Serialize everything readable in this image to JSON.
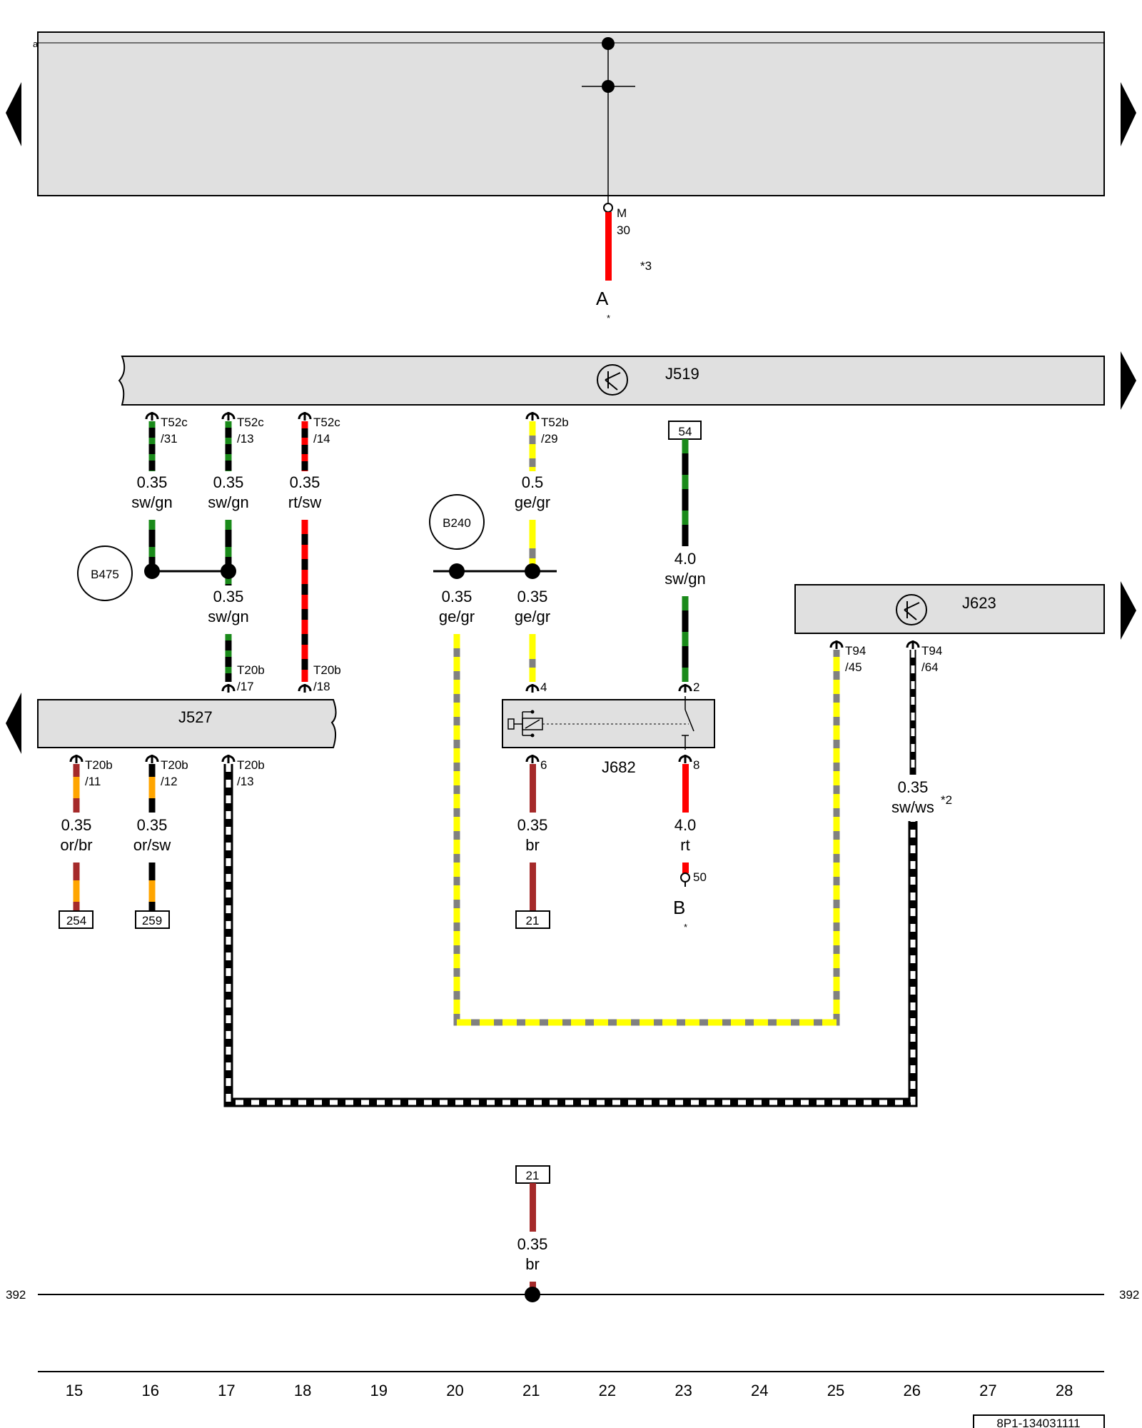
{
  "diagram": {
    "reference": "8P1-134031111",
    "top_left_marker": "a",
    "ground_row_left": "392",
    "ground_row_right": "392",
    "bottom_scale": [
      "15",
      "16",
      "17",
      "18",
      "19",
      "20",
      "21",
      "22",
      "23",
      "24",
      "25",
      "26",
      "27",
      "28"
    ],
    "colors": {
      "gray_box": "#e0e0e0",
      "sw": "#000000",
      "gn": "#1a8a1a",
      "rt": "#ff0000",
      "ge": "#ffff00",
      "gr": "#808080",
      "br": "#a52a2a",
      "or": "#ffa500",
      "ws": "#ffffff"
    },
    "top_bus": {
      "pin_M": "M",
      "pin_30": "30",
      "note_3": "*3",
      "conn_A": "A",
      "star_A": "*"
    },
    "components": {
      "J519": "J519",
      "J623": "J623",
      "J527": "J527",
      "J682": "J682",
      "B475": "B475",
      "B240": "B240"
    },
    "j519_pins": [
      {
        "name": "T52c",
        "num": "/31"
      },
      {
        "name": "T52c",
        "num": "/13"
      },
      {
        "name": "T52c",
        "num": "/14"
      },
      {
        "name": "T52b",
        "num": "/29"
      }
    ],
    "j527_in_pins": [
      {
        "name": "T20b",
        "num": "/17"
      },
      {
        "name": "T20b",
        "num": "/18"
      }
    ],
    "j527_out_pins": [
      {
        "name": "T20b",
        "num": "/11"
      },
      {
        "name": "T20b",
        "num": "/12"
      },
      {
        "name": "T20b",
        "num": "/13"
      }
    ],
    "j623_pins": [
      {
        "name": "T94",
        "num": "/45"
      },
      {
        "name": "T94",
        "num": "/64"
      }
    ],
    "j682_pins": {
      "p4": "4",
      "p2": "2",
      "p6": "6",
      "p8": "8"
    },
    "terminal_54": "54",
    "terminals": {
      "t254": "254",
      "t259": "259",
      "t21a": "21",
      "t21b": "21"
    },
    "conn_B": {
      "label": "B",
      "pin": "50",
      "star": "*"
    },
    "note_2": "*2",
    "wires": {
      "w31": {
        "size": "0.35",
        "color": "sw/gn"
      },
      "w13": {
        "size": "0.35",
        "color": "sw/gn"
      },
      "w14": {
        "size": "0.35",
        "color": "rt/sw"
      },
      "w29": {
        "size": "0.5",
        "color": "ge/gr"
      },
      "w54": {
        "size": "4.0",
        "color": "sw/gn"
      },
      "w17": {
        "size": "0.35",
        "color": "sw/gn"
      },
      "wB240": {
        "size": "0.35",
        "color": "ge/gr"
      },
      "w4": {
        "size": "0.35",
        "color": "ge/gr"
      },
      "w11": {
        "size": "0.35",
        "color": "or/br"
      },
      "w12": {
        "size": "0.35",
        "color": "or/sw"
      },
      "w6": {
        "size": "0.35",
        "color": "br"
      },
      "w8": {
        "size": "4.0",
        "color": "rt"
      },
      "w64": {
        "size": "0.35",
        "color": "sw/ws"
      },
      "wgnd": {
        "size": "0.35",
        "color": "br"
      }
    }
  }
}
